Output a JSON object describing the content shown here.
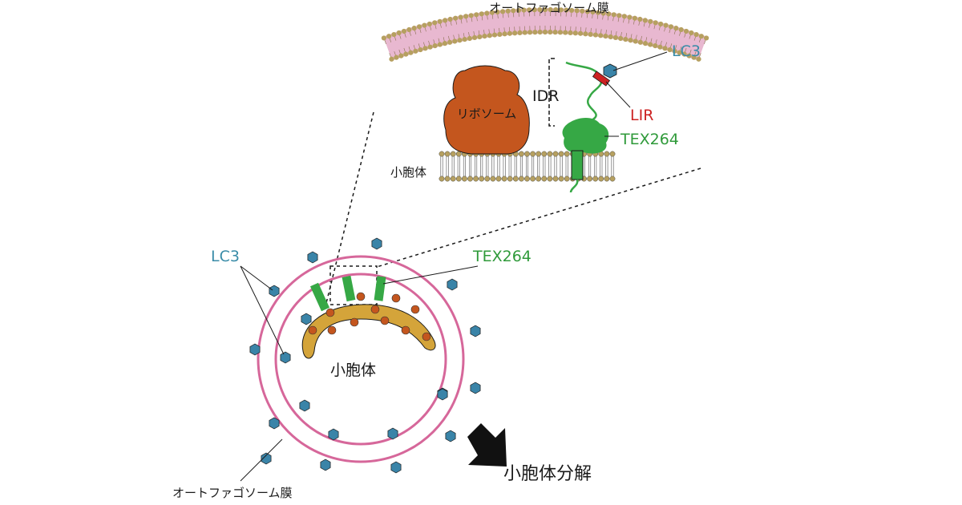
{
  "labels": {
    "membrane_top": "オートファゴソーム膜",
    "lc3_top": "LC3",
    "idr": "IDR",
    "ribosome": "リボソーム",
    "lir": "LIR",
    "tex264_top": "TEX264",
    "er_top": "小胞体",
    "lc3_bottom": "LC3",
    "tex264_bottom": "TEX264",
    "er_bottom": "小胞体",
    "membrane_bottom": "オートファゴソーム膜",
    "degradation": "小胞体分解"
  },
  "colors": {
    "membrane_pink": "#e8b8d0",
    "lipid_head": "#b6a060",
    "ring_pink": "#d6679a",
    "lc3_blue": "#3a84a8",
    "ribosome_orange": "#c4561e",
    "tex264_green": "#36a845",
    "lir_red": "#cc2222",
    "er_gold": "#d4a43a",
    "lc3_text": "#3a8ca8",
    "tex_text": "#2f9a3a",
    "lir_text": "#cc2222"
  }
}
